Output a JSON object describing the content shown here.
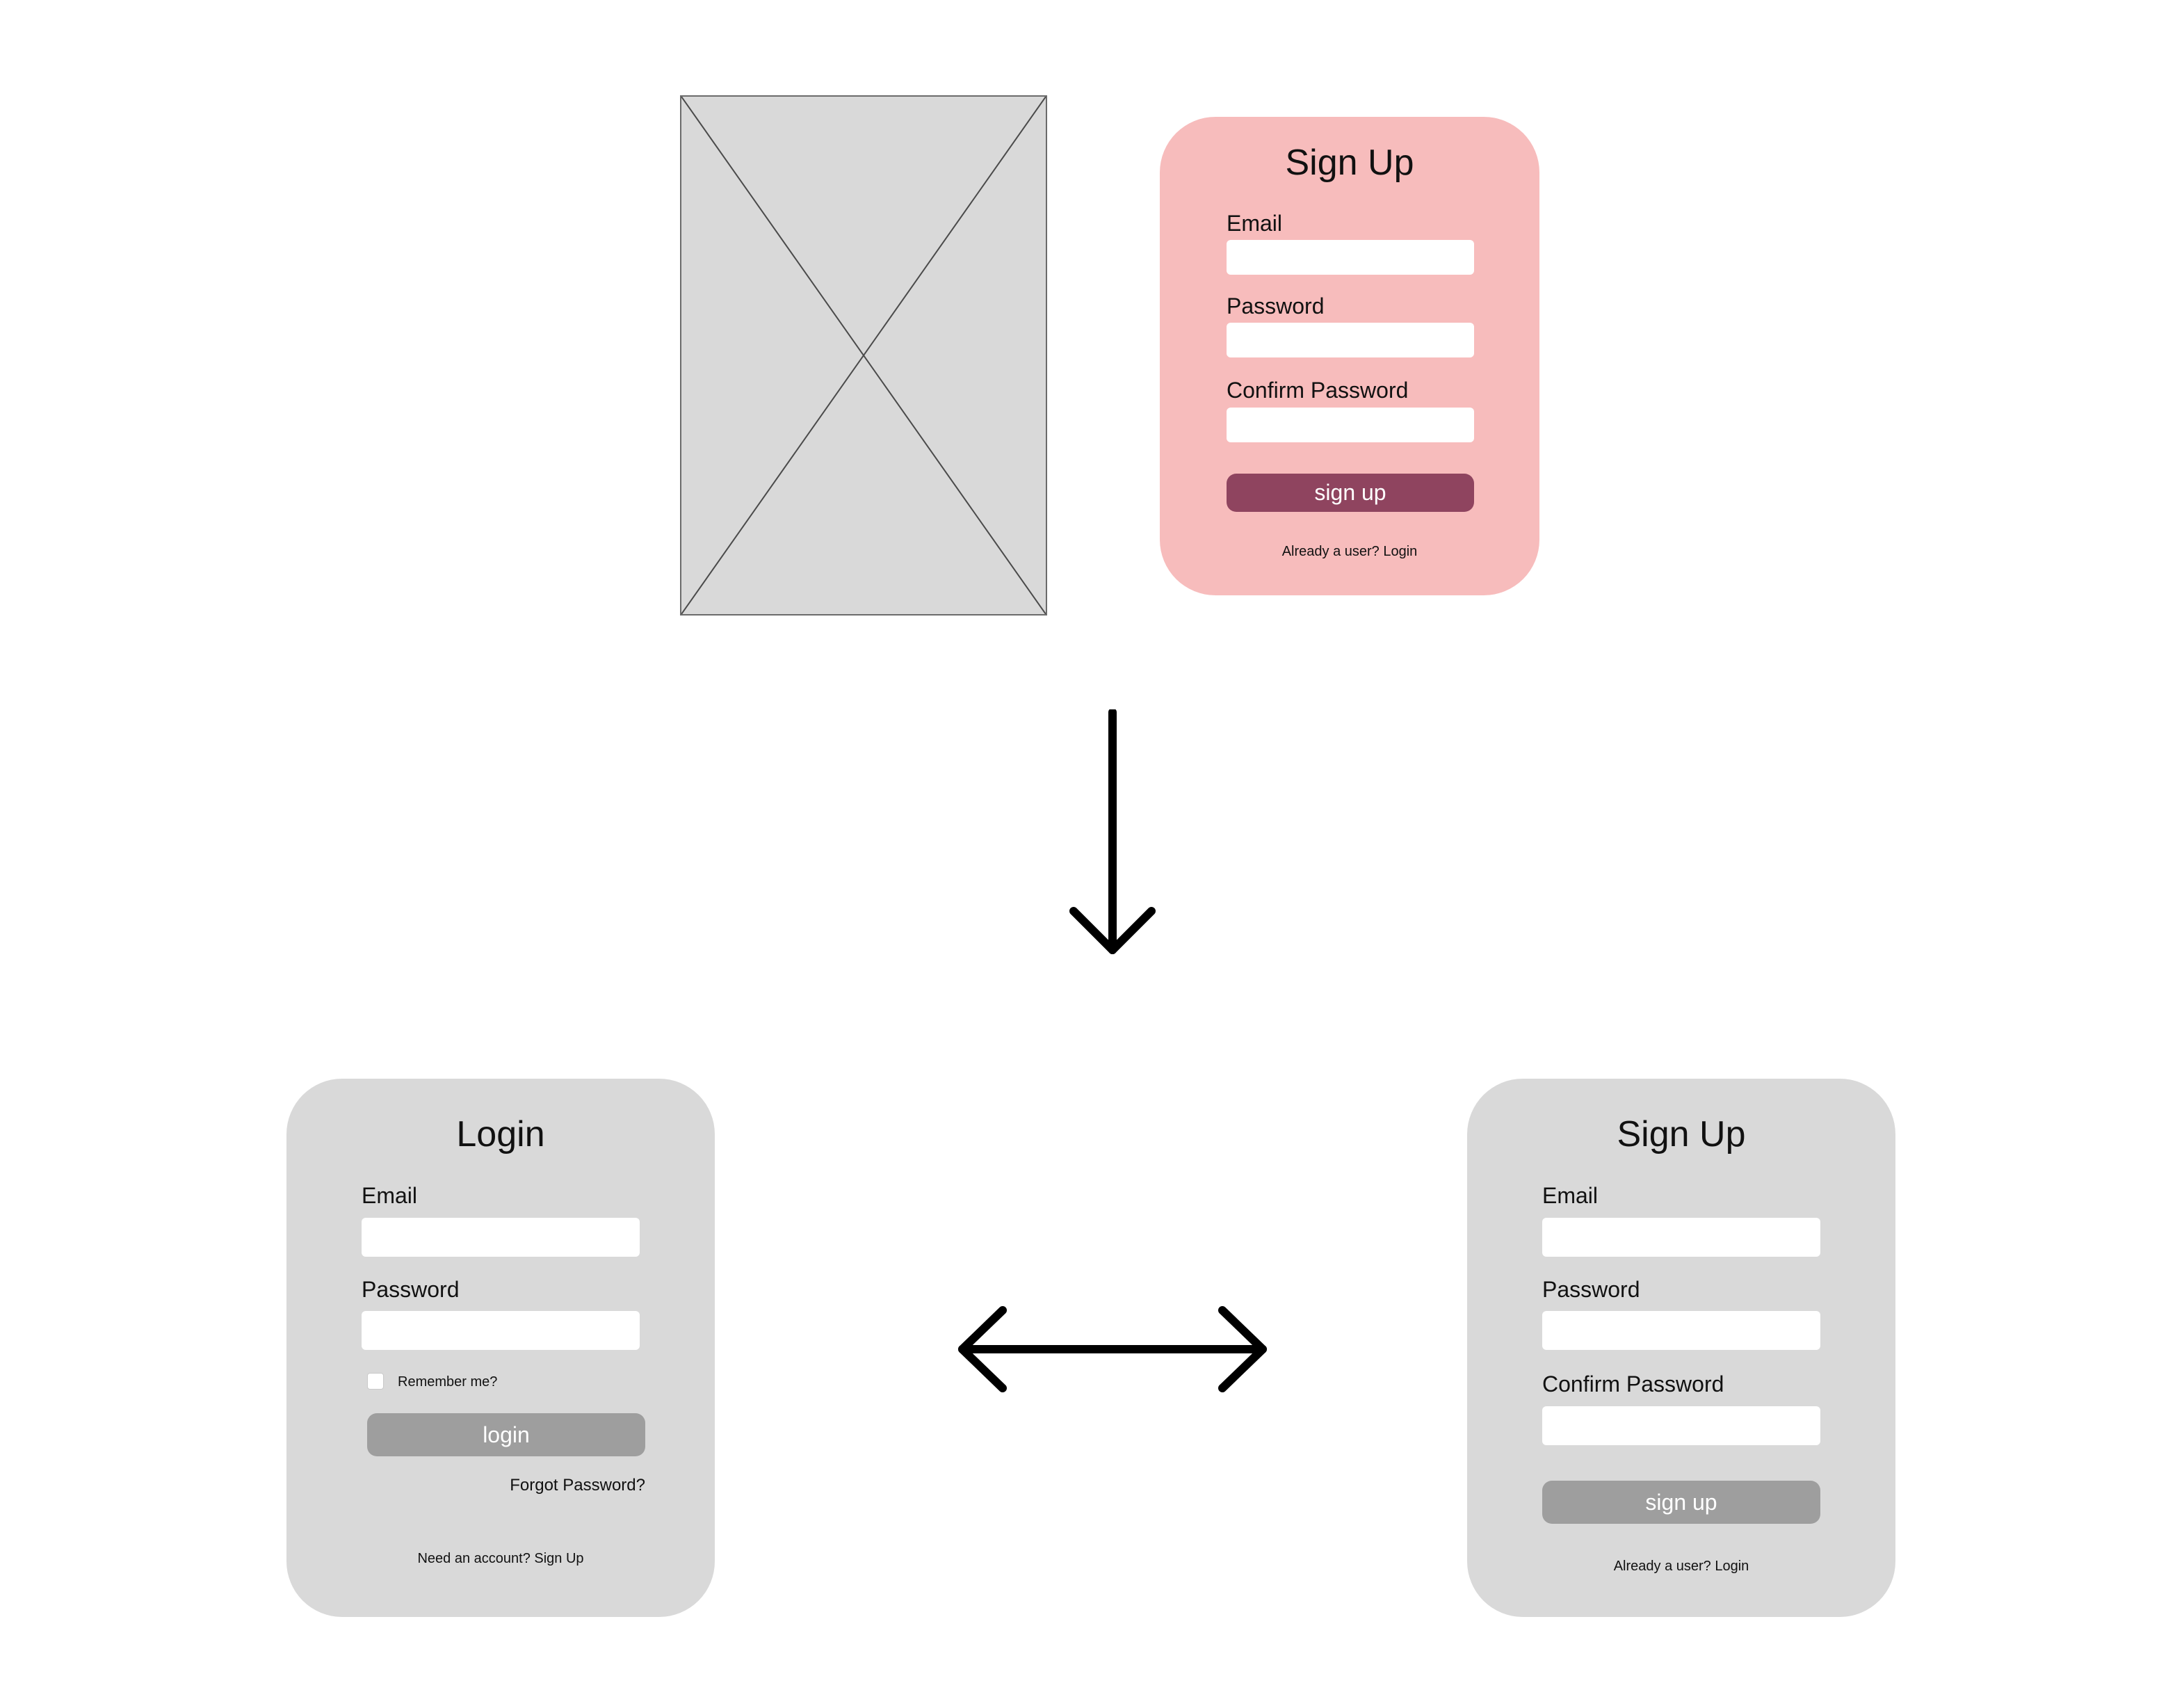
{
  "top_signup": {
    "title": "Sign Up",
    "email_label": "Email",
    "email_value": "",
    "password_label": "Password",
    "password_value": "",
    "confirm_label": "Confirm Password",
    "confirm_value": "",
    "button_label": "sign up",
    "login_link": "Already a user? Login",
    "background_color": "#f7bcbc",
    "button_color": "#8f445f"
  },
  "login": {
    "title": "Login",
    "email_label": "Email",
    "email_value": "",
    "password_label": "Password",
    "password_value": "",
    "remember_label": "Remember me?",
    "remember_checked": false,
    "button_label": "login",
    "forgot_link": "Forgot Password?",
    "signup_link": "Need an account? Sign Up",
    "background_color": "#d9d9d9",
    "button_color": "#9e9e9e"
  },
  "bottom_signup": {
    "title": "Sign Up",
    "email_label": "Email",
    "email_value": "",
    "password_label": "Password",
    "password_value": "",
    "confirm_label": "Confirm Password",
    "confirm_value": "",
    "button_label": "sign up",
    "login_link": "Already a user? Login",
    "background_color": "#d9d9d9",
    "button_color": "#9e9e9e"
  },
  "connectors": {
    "top_to_bottom": "down-arrow-icon",
    "login_signup": "double-headed-arrow-icon"
  },
  "image_placeholder": {
    "icon": "image-placeholder-icon"
  }
}
